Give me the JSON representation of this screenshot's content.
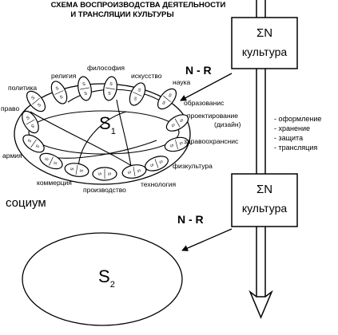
{
  "title": {
    "line1": "СХЕМА ВОСПРОИЗВОДСТВА ДЕЯТЕЛЬНОСТИ",
    "line2": "И ТРАНСЛЯЦИИ КУЛЬТУРЫ"
  },
  "culture_box_top": {
    "sigma": "ΣN",
    "label": "культура"
  },
  "culture_box_bottom": {
    "sigma": "ΣN",
    "label": "культура"
  },
  "nr_top": "N - R",
  "nr_bottom": "N - R",
  "society_1": {
    "symbol": "S",
    "subscript": "1"
  },
  "society_2": {
    "symbol": "S",
    "subscript": "2"
  },
  "socium_label": "социум",
  "spheres": [
    "философия",
    "религия",
    "искусство",
    "политика",
    "наука",
    "право",
    "образованис",
    "проектирование",
    "(дизайн)",
    "здравоохранснис",
    "армия",
    "физкультура",
    "коммерция",
    "технология",
    "производство"
  ],
  "culture_functions": [
    "- оформление",
    "- хранение",
    "- защита",
    "- трансляция"
  ],
  "mini_glyph": "S"
}
